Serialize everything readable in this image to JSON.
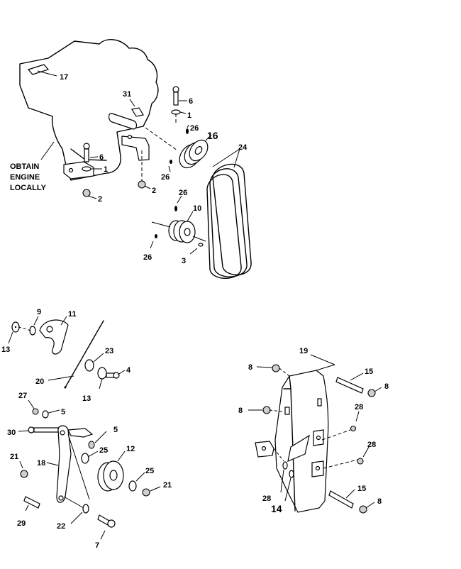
{
  "note_lines": [
    "OBTAIN",
    "ENGINE",
    "LOCALLY"
  ],
  "callouts": {
    "c17": "17",
    "c31": "31",
    "c6a": "6",
    "c1a": "1",
    "c26a": "26",
    "c16": "16",
    "c24": "24",
    "c6b": "6",
    "c1b": "1",
    "c2a": "2",
    "c26b": "26",
    "c2b": "2",
    "c26c": "26",
    "c10": "10",
    "c26d": "26",
    "c3": "3",
    "c9": "9",
    "c11": "11",
    "c13a": "13",
    "c23": "23",
    "c20": "20",
    "c4": "4",
    "c13b": "13",
    "c27": "27",
    "c5a": "5",
    "c30": "30",
    "c5b": "5",
    "c25a": "25",
    "c12": "12",
    "c21a": "21",
    "c18": "18",
    "c25b": "25",
    "c21b": "21",
    "c29": "29",
    "c22": "22",
    "c7": "7",
    "c19": "19",
    "c8a": "8",
    "c15a": "15",
    "c8b": "8",
    "c8c": "8",
    "c28a": "28",
    "c28b": "28",
    "c28c": "28",
    "c14": "14",
    "c15b": "15",
    "c8d": "8"
  }
}
